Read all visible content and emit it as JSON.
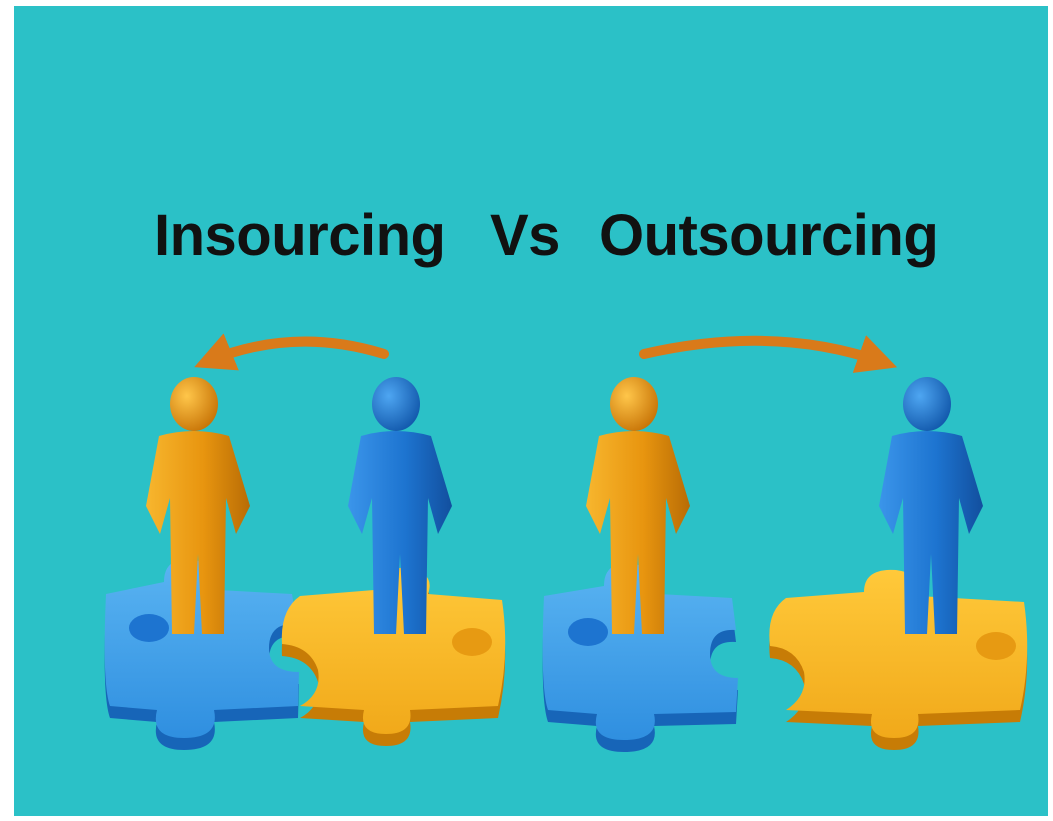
{
  "title": {
    "word_left": "Insourcing",
    "word_vs": "Vs",
    "word_right": "Outsourcing"
  },
  "colors": {
    "background": "#2bc1c7",
    "orange": "#f2a018",
    "blue": "#1f7bd8",
    "arrow": "#d97a1a",
    "text": "#111111"
  },
  "groups": [
    {
      "name": "insourcing",
      "pieces_joined": true,
      "arrow_direction": "toward-orange-figure"
    },
    {
      "name": "outsourcing",
      "pieces_joined": false,
      "arrow_direction": "toward-blue-figure"
    }
  ]
}
